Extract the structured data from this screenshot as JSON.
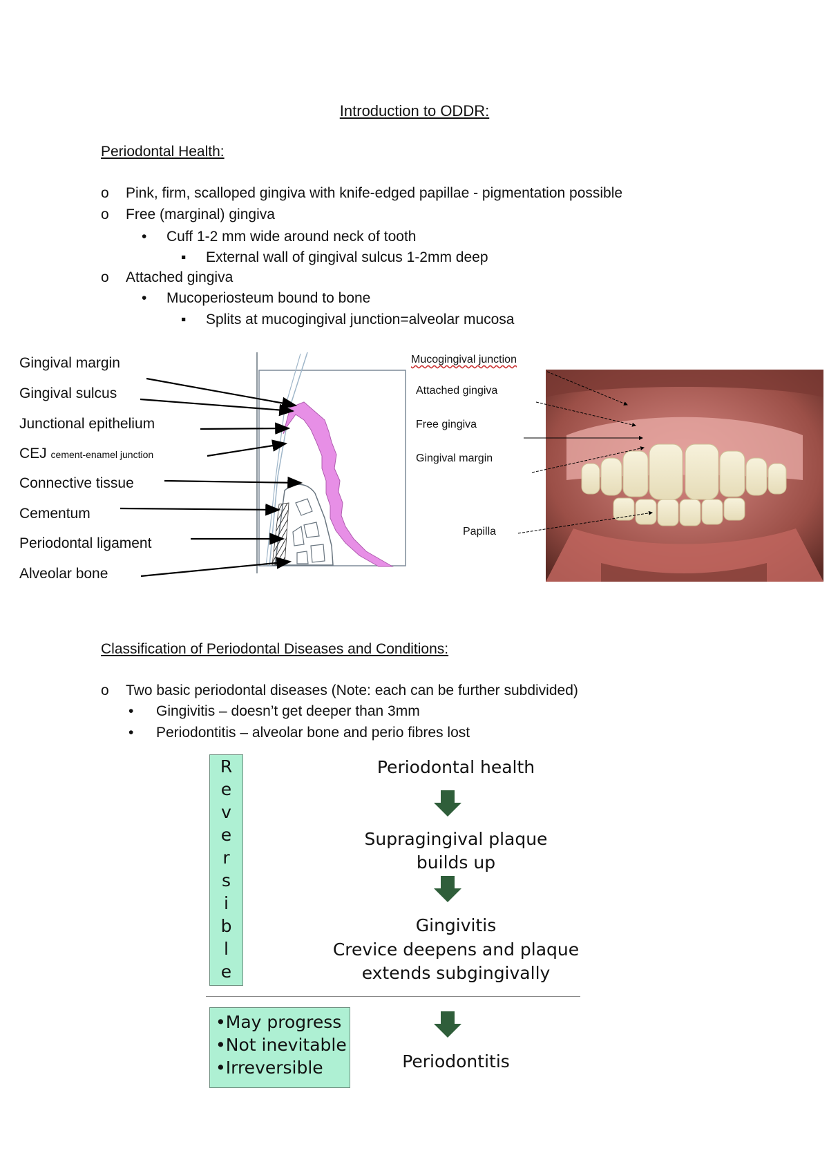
{
  "document": {
    "title": "Introduction to ODDR:"
  },
  "health": {
    "heading": "Periodontal Health:",
    "bullets": [
      {
        "marker": "o",
        "text": "Pink, firm, scalloped gingiva with knife-edged papillae - pigmentation possible"
      },
      {
        "marker": "o",
        "text": "Free (marginal) gingiva"
      },
      {
        "marker": "•",
        "text": "Cuff 1-2 mm wide around neck of tooth"
      },
      {
        "marker": "▪",
        "text": "External wall of gingival sulcus 1-2mm deep"
      },
      {
        "marker": "o",
        "text": "Attached gingiva"
      },
      {
        "marker": "•",
        "text": "Mucoperiosteum bound to bone"
      },
      {
        "marker": "▪",
        "text": "Splits at mucogingival junction=alveolar mucosa"
      }
    ]
  },
  "diagram": {
    "labels": [
      "Gingival margin",
      "Gingival sulcus",
      "Junctional epithelium",
      "CEJ",
      "Connective tissue",
      "Cementum",
      "Periodontal ligament",
      "Alveolar bone"
    ],
    "cej_sub": "cement-enamel junction",
    "colors": {
      "gingiva": "#e78fe6",
      "tooth_line": "#9fb6c9",
      "bone_line": "#6a7680",
      "border": "#7d8a99"
    }
  },
  "photo": {
    "labels": [
      "Mucogingival junction",
      "Attached gingiva",
      "Free gingiva",
      "Gingival margin",
      "Papilla"
    ]
  },
  "classification": {
    "heading": "Classification of Periodontal Diseases and Conditions:",
    "bullets": [
      {
        "marker": "o",
        "text": "Two basic periodontal diseases (Note: each can be further subdivided)"
      },
      {
        "marker": "•",
        "text": "Gingivitis – doesn’t get deeper than 3mm"
      },
      {
        "marker": "•",
        "text": "Periodontitis – alveolar bone and perio fibres lost"
      }
    ]
  },
  "flow": {
    "reversible_letters": [
      "R",
      "e",
      "v",
      "e",
      "r",
      "s",
      "i",
      "b",
      "l",
      "e"
    ],
    "steps": [
      "Periodontal health",
      "Supragingival plaque",
      "builds up",
      "Gingivitis",
      "Crevice deepens and plaque",
      "extends subgingivally",
      "Periodontitis"
    ],
    "progress_items": [
      "•May progress",
      "•Not inevitable",
      "•Irreversible"
    ],
    "colors": {
      "arrow": "#2f5e3a",
      "box_fill": "#aef0d3"
    }
  }
}
